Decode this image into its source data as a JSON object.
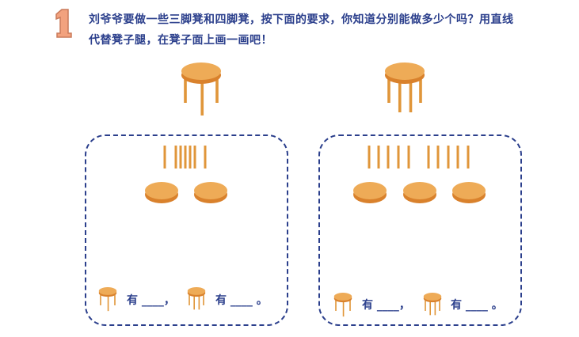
{
  "question": {
    "number": "1",
    "line1": "刘爷爷要做一些三脚凳和四脚凳，按下面的要求，你知道分别能做多少个吗？用直线",
    "line2": "代替凳子腿，在凳子面上画一画吧！"
  },
  "panels": [
    {
      "legs_shown": [
        3,
        4
      ],
      "sticks": [
        1,
        5,
        1
      ],
      "seats": 2,
      "has_label": "有",
      "blank": "____",
      "sep": "，",
      "end": "。"
    },
    {
      "legs_shown": [
        3,
        4
      ],
      "sticks": [
        5,
        5
      ],
      "seats": 3,
      "has_label": "有",
      "blank": "____",
      "sep": "，",
      "end": "。"
    }
  ],
  "colors": {
    "seat": "#eeab57",
    "seat_edge": "#d9812c",
    "leg": "#e0963a",
    "text": "#2b3f8c"
  }
}
